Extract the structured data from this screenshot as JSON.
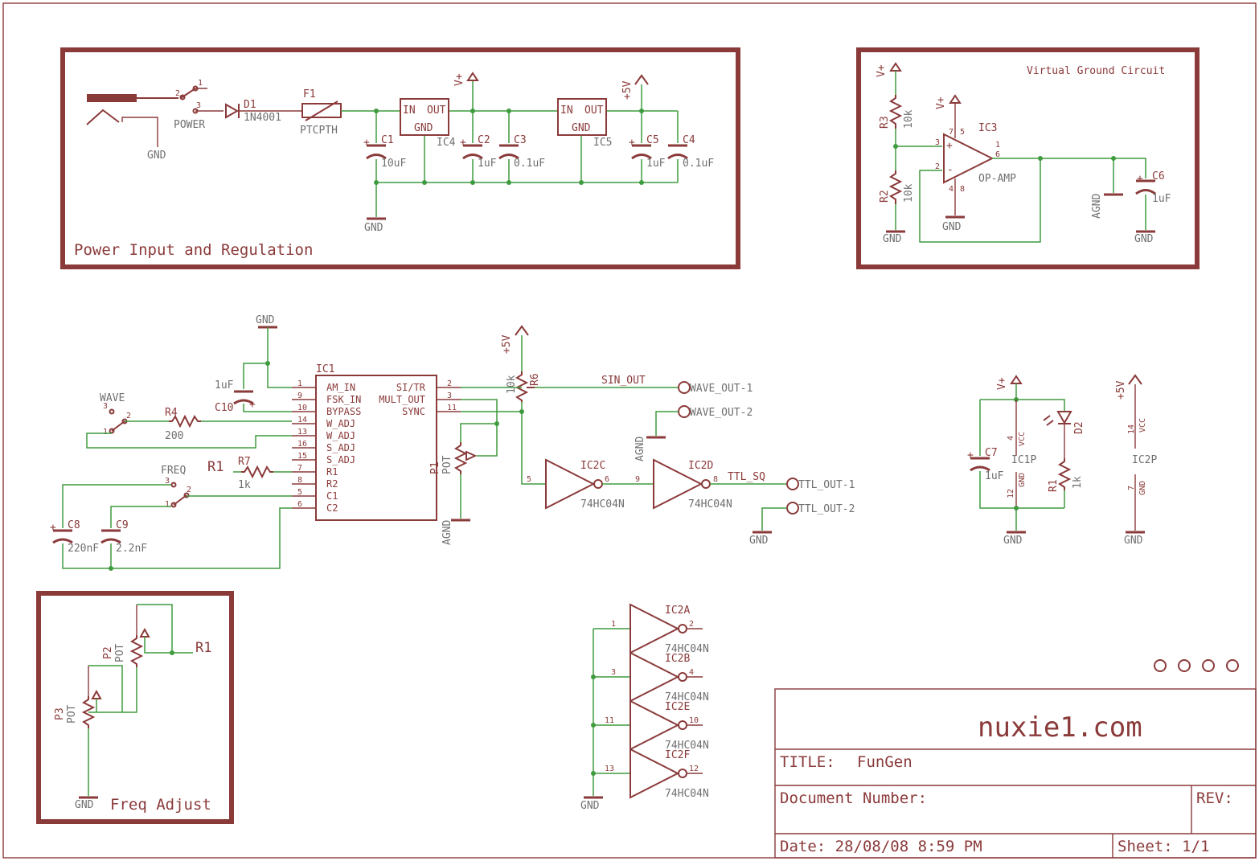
{
  "sections": {
    "power": "Power Input and Regulation",
    "vground": "Virtual Ground Circuit",
    "freq": "Freq Adjust"
  },
  "title_block": {
    "brand": "nuxie1.com",
    "title_label": "TITLE:",
    "title_value": "FunGen",
    "doc_label": "Document Number:",
    "rev_label": "REV:",
    "date": "Date: 28/08/08 8:59 PM",
    "sheet": "Sheet: 1/1"
  },
  "power_section": {
    "gnd_jack": "GND",
    "sw_pin1": "1",
    "sw_pin2": "2",
    "sw_pin3": "3",
    "power": "POWER",
    "d1": "D1",
    "d1v": "1N4001",
    "f1": "F1",
    "f1v": "PTCPTH",
    "vplus": "V+",
    "plus5v": "+5V",
    "ic_in": "IN",
    "ic_out": "OUT",
    "ic_gnd": "GND",
    "ic4": "IC4",
    "ic5": "IC5",
    "c1": "C1",
    "c1v": "10uF",
    "c2": "C2",
    "c2v": "1uF",
    "c3": "C3",
    "c3v": "0.1uF",
    "c5": "C5",
    "c5v": "1uF",
    "c4": "C4",
    "c4v": "0.1uF",
    "gnd": "GND"
  },
  "vground_section": {
    "vplus": "V+",
    "r3": "R3",
    "r3v": "10k",
    "r2": "R2",
    "r2v": "10k",
    "ic3": "IC3",
    "opamp": "OP-AMP",
    "p7": "7",
    "p5": "5",
    "p3": "3",
    "p2": "2",
    "p1": "1",
    "p6": "6",
    "p4": "4",
    "p8": "8",
    "plus": "+",
    "minus": "-",
    "agnd": "AGND",
    "c6": "C6",
    "c6v": "1uF",
    "gnd": "GND"
  },
  "main": {
    "gnd": "GND",
    "ic1": "IC1",
    "c10v": "1uF",
    "c10": "C10",
    "wave": "WAVE",
    "r4": "R4",
    "r4v": "200",
    "r1": "R1",
    "r7": "R7",
    "r7v": "1k",
    "freq": "FREQ",
    "c8": "C8",
    "c8v": "220nF",
    "c9": "C9",
    "c9v": "2.2nF",
    "left_pins": [
      {
        "no": "1",
        "name": "AM_IN"
      },
      {
        "no": "9",
        "name": "FSK_IN"
      },
      {
        "no": "10",
        "name": "BYPASS"
      },
      {
        "no": "14",
        "name": "W_ADJ"
      },
      {
        "no": "13",
        "name": "W_ADJ"
      },
      {
        "no": "16",
        "name": "S_ADJ"
      },
      {
        "no": "15",
        "name": "S_ADJ"
      },
      {
        "no": "7",
        "name": "R1"
      },
      {
        "no": "8",
        "name": "R2"
      },
      {
        "no": "5",
        "name": "C1"
      },
      {
        "no": "6",
        "name": "C2"
      }
    ],
    "right_pins": [
      {
        "no": "2",
        "name": "SI/TR"
      },
      {
        "no": "3",
        "name": "MULT_OUT"
      },
      {
        "no": "11",
        "name": "SYNC"
      }
    ],
    "plus5v": "+5V",
    "r6": "R6",
    "r6v": "10k",
    "p1": "P1",
    "pot": "POT",
    "agnd": "AGND",
    "sin_out": "SIN_OUT",
    "wave_out1": "WAVE_OUT-1",
    "wave_out2": "WAVE_OUT-2",
    "ic2c": "IC2C",
    "ic2d": "IC2D",
    "hc": "74HC04N",
    "n5": "5",
    "n6": "6",
    "n9": "9",
    "n8": "8",
    "ttl_sq": "TTL_SQ",
    "ttl_out1": "TTL_OUT-1",
    "ttl_out2": "TTL_OUT-2"
  },
  "ic1p": {
    "vplus": "V+",
    "c7": "C7",
    "c7v": "1uF",
    "p4": "4",
    "vcc": "VCC",
    "name": "IC1P",
    "gndp": "GND",
    "p12": "12",
    "d2": "D2",
    "r1": "R1",
    "r1v": "1k",
    "gnd": "GND"
  },
  "ic2p": {
    "plus5v": "+5V",
    "p14": "14",
    "vcc": "VCC",
    "name": "IC2P",
    "p7": "7",
    "gndp": "GND",
    "gnd": "GND"
  },
  "freq_section": {
    "p2": "P2",
    "pot": "POT",
    "p3": "P3",
    "r1": "R1",
    "gnd": "GND"
  },
  "inverters": {
    "ic2a": "IC2A",
    "ic2b": "IC2B",
    "ic2e": "IC2E",
    "ic2f": "IC2F",
    "hc": "74HC04N",
    "a_in": "1",
    "a_out": "2",
    "b_in": "3",
    "b_out": "4",
    "e_in": "11",
    "e_out": "10",
    "f_in": "13",
    "f_out": "12",
    "gnd": "GND"
  }
}
